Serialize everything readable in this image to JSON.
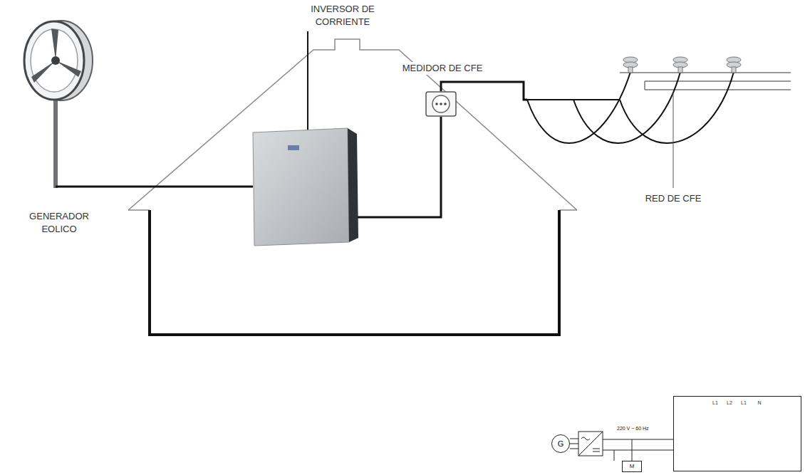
{
  "diagram": {
    "nodes": [
      {
        "text": [
          "GENERADOR EOLICO"
        ]
      },
      {
        "text": [
          "INVERSOR DE CORRIENTE"
        ]
      },
      {
        "text": [
          "MEDIDOR DE CFE"
        ]
      },
      {
        "text": [
          "RED DE CFE"
        ]
      },
      {
        "text": [
          "G"
        ]
      },
      {
        "text": [
          "M"
        ]
      },
      {
        "text": [
          "L1",
          "L2",
          "L1",
          "N"
        ]
      }
    ],
    "edges": [
      {
        "from": 0,
        "to": 1,
        "arrow": "none"
      },
      {
        "from": 1,
        "to": 2,
        "arrow": "none"
      },
      {
        "from": 2,
        "to": 3,
        "arrow": "none"
      }
    ],
    "labels": [
      "220 V ~ 60 Hz"
    ]
  }
}
